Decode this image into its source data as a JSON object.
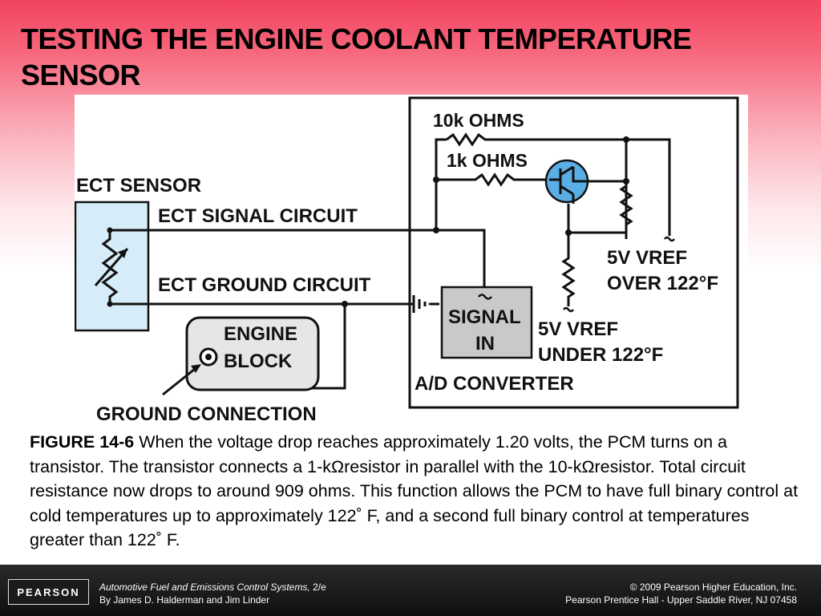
{
  "slide": {
    "title": "TESTING THE ENGINE COOLANT TEMPERATURE SENSOR"
  },
  "diagram": {
    "label_10k": "10k OHMS",
    "label_1k": "1k OHMS",
    "label_ect_sensor": "ECT SENSOR",
    "label_signal_circuit": "ECT SIGNAL CIRCUIT",
    "label_ground_circuit": "ECT GROUND CIRCUIT",
    "label_engine": "ENGINE",
    "label_block": "BLOCK",
    "label_ground_connection": "GROUND CONNECTION",
    "label_signal": "SIGNAL",
    "label_in": "IN",
    "label_over_1": "5V VREF",
    "label_over_2": "OVER 122°F",
    "label_under_1": "5V VREF",
    "label_under_2": "UNDER 122°F",
    "label_adc": "A/D CONVERTER"
  },
  "caption": {
    "figure_label": "FIGURE 14-6",
    "text": " When the voltage drop reaches approximately 1.20 volts, the PCM turns on a transistor. The transistor connects a 1-kΩresistor in parallel with the 10-kΩresistor. Total circuit resistance now drops to around 909 ohms. This function allows the PCM to have full binary control at cold temperatures up to approximately 122˚ F, and a second full binary control at temperatures greater than 122˚ F."
  },
  "footer": {
    "logo": "PEARSON",
    "book_title": "Automotive Fuel and Emissions Control Systems,",
    "edition": " 2/e",
    "authors": "By James D. Halderman and Jim Linder",
    "copyright": "© 2009 Pearson Higher Education, Inc.",
    "publisher": "Pearson Prentice Hall - Upper Saddle River, NJ 07458"
  },
  "colors": {
    "title_bg": "#f2435f",
    "sensor_fill": "#d6ecf8",
    "transistor_fill": "#5aaee6",
    "signal_box_fill": "#c9c9c9"
  }
}
